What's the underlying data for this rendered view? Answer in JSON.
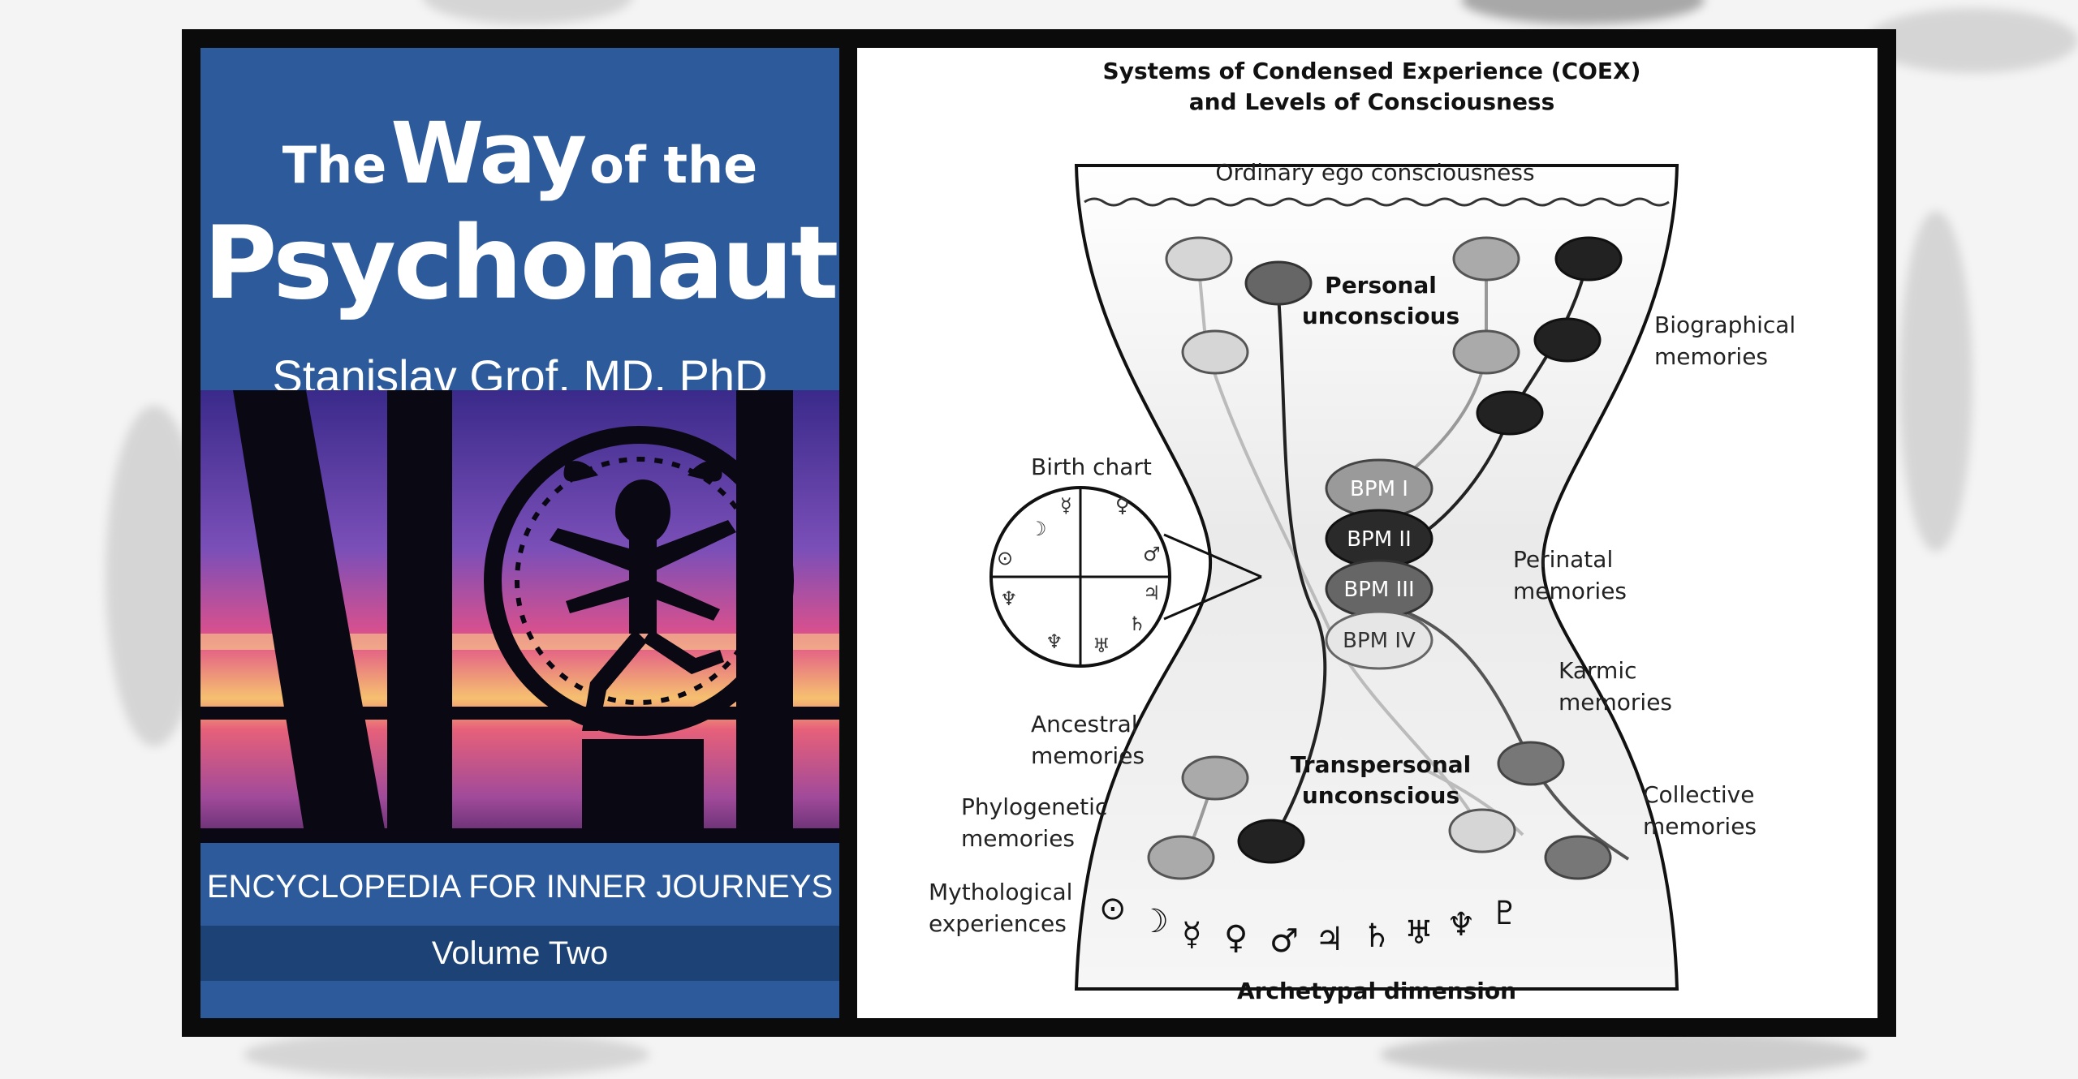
{
  "cover": {
    "title_the": "The",
    "title_way": "Way",
    "title_of_the": "of the",
    "title_psychonaut": "Psychonaut",
    "author": "Stanislav Grof, MD, PhD",
    "series": "ENCYCLOPEDIA FOR INNER JOURNEYS",
    "volume": "Volume Two",
    "colors": {
      "band": "#2c5a9a",
      "volume_band": "#1d4376"
    }
  },
  "diagram": {
    "title_line1": "Systems of Condensed Experience (COEX)",
    "title_line2": "and Levels of Consciousness",
    "top_label": "Ordinary ego consciousness",
    "bottom_label": "Archetypal dimension",
    "center_labels": {
      "personal_1": "Personal",
      "personal_2": "unconscious",
      "transpersonal_1": "Transpersonal",
      "transpersonal_2": "unconscious"
    },
    "side_labels": {
      "biographical_1": "Biographical",
      "biographical_2": "memories",
      "perinatal_1": "Perinatal",
      "perinatal_2": "memories",
      "karmic_1": "Karmic",
      "karmic_2": "memories",
      "collective_1": "Collective",
      "collective_2": "memories",
      "ancestral_1": "Ancestral",
      "ancestral_2": "memories",
      "phylogenetic_1": "Phylogenetic",
      "phylogenetic_2": "memories",
      "mythological_1": "Mythological",
      "mythological_2": "experiences",
      "birth_chart": "Birth chart"
    },
    "bpm": [
      "BPM I",
      "BPM II",
      "BPM III",
      "BPM IV"
    ],
    "planet_symbols": [
      "⊙",
      "☽",
      "☿",
      "♀",
      "♂",
      "♃",
      "♄",
      "♅",
      "♆",
      "♇"
    ],
    "chart_symbols": [
      "☽",
      "☿",
      "♀",
      "⊙",
      "♂",
      "♃",
      "♆",
      "♆",
      "♅",
      "♄"
    ]
  }
}
